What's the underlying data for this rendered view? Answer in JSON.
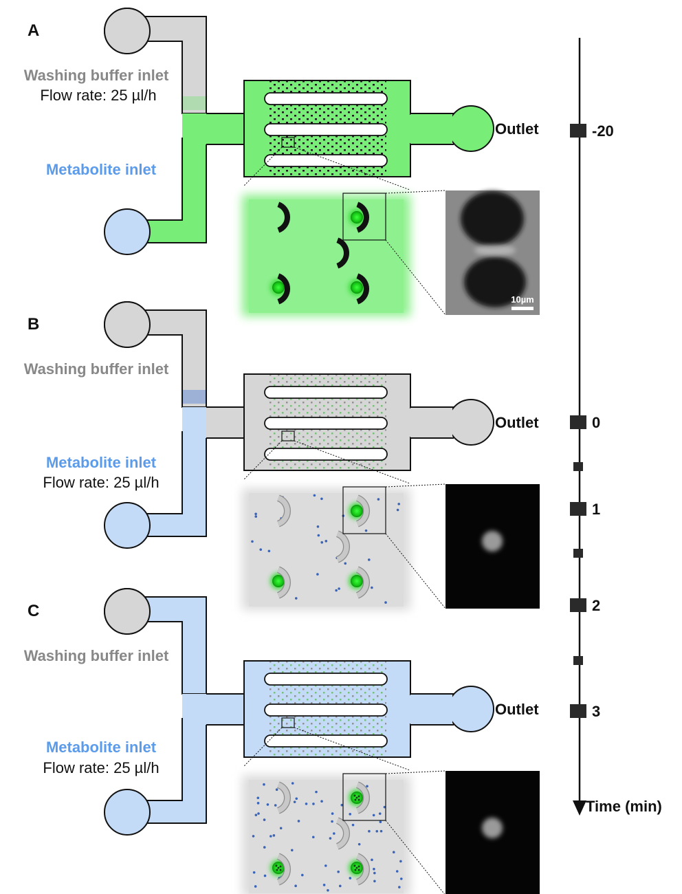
{
  "panels": [
    {
      "letter": "A",
      "washing_label": "Washing buffer inlet",
      "washing_flow": "Flow rate: 25 µl/h",
      "metabolite_label": "Metabolite inlet",
      "metabolite_flow": "",
      "outlet_label": "Outlet",
      "micro_label": "10µm",
      "state": "loading"
    },
    {
      "letter": "B",
      "washing_label": "Washing buffer inlet",
      "washing_flow": "",
      "metabolite_label": "Metabolite inlet",
      "metabolite_flow": "Flow rate: 25 µl/h",
      "outlet_label": "Outlet",
      "micro_label": "",
      "state": "early"
    },
    {
      "letter": "C",
      "washing_label": "Washing buffer inlet",
      "washing_flow": "",
      "metabolite_label": "Metabolite inlet",
      "metabolite_flow": "Flow rate: 25 µl/h",
      "outlet_label": "Outlet",
      "micro_label": "",
      "state": "late"
    }
  ],
  "timeline": {
    "axis_label": "Time (min)",
    "ticks": [
      "-20",
      "0",
      "1",
      "2",
      "3"
    ]
  },
  "colors": {
    "washing": "#d6d6d6",
    "metabolite": "#c4dbf7",
    "cell_green": "#1ed31e",
    "trap_black": "#111111",
    "trap_grey": "#c8c8c8",
    "label_grey": "#888888",
    "label_blue": "#5b9bea",
    "panel_green_bg": "#8ef08e",
    "dot_blue": "#3a64b8"
  }
}
